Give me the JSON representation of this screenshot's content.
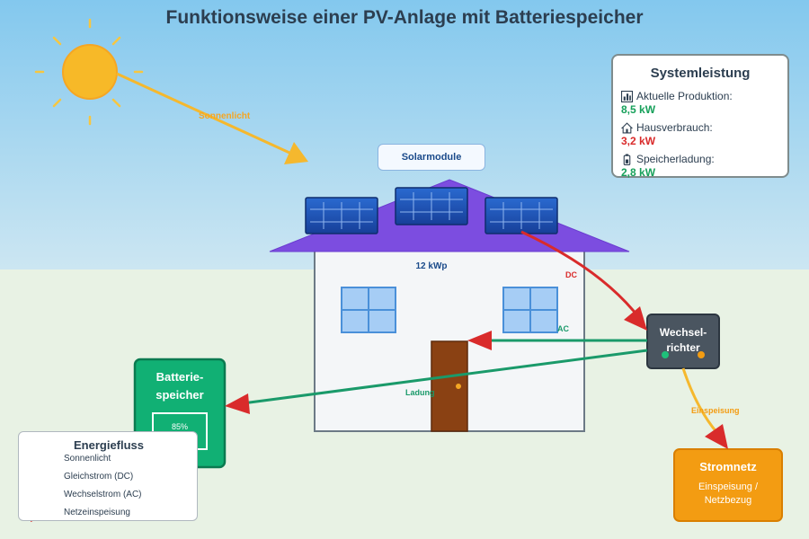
{
  "title": "Funktionsweise einer PV-Anlage mit Batteriespeicher",
  "sun_label": "Sonnenlicht",
  "solar_modules_label": "Solarmodule",
  "system_capacity": "12 kWp",
  "inverter": {
    "line1": "Wechsel-",
    "line2": "richter"
  },
  "battery": {
    "line1": "Batterie-",
    "line2": "speicher",
    "level": "85%"
  },
  "grid": {
    "title": "Stromnetz",
    "line1": "Einspeisung /",
    "line2": "Netzbezug"
  },
  "flow_labels": {
    "dc": "DC",
    "ac": "AC",
    "charging": "Ladung",
    "feed_in": "Einspeisung"
  },
  "system_performance": {
    "title": "Systemleistung",
    "items": [
      {
        "icon": "chart-bar-icon",
        "label": "Aktuelle Produktion:",
        "value": "8,5 kW",
        "color": "#16a05a"
      },
      {
        "icon": "house-icon",
        "label": "Hausverbrauch:",
        "value": "3,2 kW",
        "color": "#d92b2b"
      },
      {
        "icon": "battery-icon",
        "label": "Speicherladung:",
        "value": "2,8 kW",
        "color": "#16a05a"
      }
    ]
  },
  "legend": {
    "title": "Energiefluss",
    "items": [
      {
        "label": "Sonnenlicht",
        "color": "#f5b82e"
      },
      {
        "label": "Gleichstrom (DC)",
        "color": "#d92b2b"
      },
      {
        "label": "Wechselstrom (AC)",
        "color": "#1a9a6a"
      },
      {
        "label": "Netzeinspeisung",
        "color": "#f39c12"
      }
    ]
  },
  "colors": {
    "sky": "#8ecfee",
    "ground": "#e8f2e4",
    "roof": "#7c4de0",
    "panel": "#1e4fb3",
    "sun": "#f7b928",
    "inverter": "#4a5560",
    "battery": "#11b074",
    "grid": "#f39c12",
    "door": "#8a4113"
  }
}
